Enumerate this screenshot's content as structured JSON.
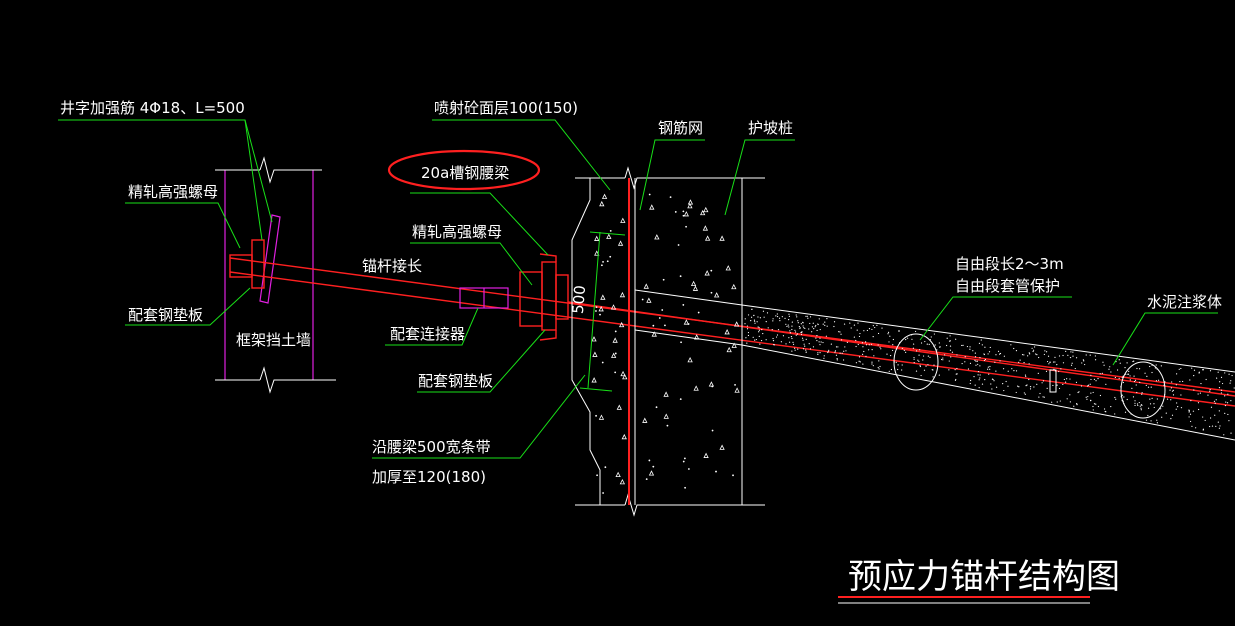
{
  "colors": {
    "background": "#000000",
    "leader": "#18e018",
    "outline": "#ffffff",
    "rebar": "#ff2020",
    "wall": "#e020e0"
  },
  "labels": {
    "cross_bars": "井字加强筋 4Φ18、L=500",
    "nut_left": "精轧高强螺母",
    "pad_left": "配套钢垫板",
    "frame_wall": "框架挡土墙",
    "anchor_extend": "锚杆接长",
    "nut_mid": "精轧高强螺母",
    "channel_beam": "20a槽钢腰梁",
    "shotcrete": "喷射砼面层100(150)",
    "mesh": "钢筋网",
    "slope_pile": "护坡桩",
    "connector": "配套连接器",
    "pad_mid": "配套钢垫板",
    "strip_line1": "沿腰梁500宽条带",
    "strip_line2": "加厚至120(180)",
    "dim_500": "500",
    "free_len": "自由段长2～3m",
    "free_sleeve": "自由段套管保护",
    "grout": "水泥注浆体"
  },
  "title": "预应力锚杆结构图"
}
